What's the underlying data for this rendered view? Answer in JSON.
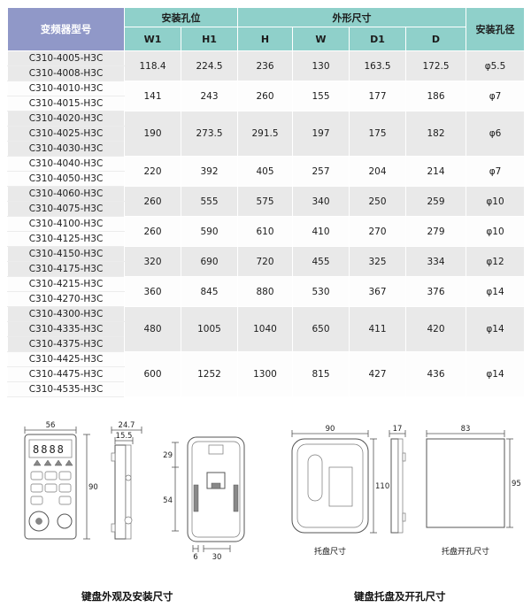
{
  "table": {
    "header": {
      "model": "变频器型号",
      "mount_holes": "安装孔位",
      "outline": "外形尺寸",
      "hole_dia": "安装孔径",
      "cols": [
        "W1",
        "H1",
        "H",
        "W",
        "D1",
        "D"
      ]
    },
    "groups": [
      {
        "models": [
          "C310-4005-H3C",
          "C310-4008-H3C"
        ],
        "values": [
          "118.4",
          "224.5",
          "236",
          "130",
          "163.5",
          "172.5",
          "φ5.5"
        ]
      },
      {
        "models": [
          "C310-4010-H3C",
          "C310-4015-H3C"
        ],
        "values": [
          "141",
          "243",
          "260",
          "155",
          "177",
          "186",
          "φ7"
        ]
      },
      {
        "models": [
          "C310-4020-H3C",
          "C310-4025-H3C",
          "C310-4030-H3C"
        ],
        "values": [
          "190",
          "273.5",
          "291.5",
          "197",
          "175",
          "182",
          "φ6"
        ]
      },
      {
        "models": [
          "C310-4040-H3C",
          "C310-4050-H3C"
        ],
        "values": [
          "220",
          "392",
          "405",
          "257",
          "204",
          "214",
          "φ7"
        ]
      },
      {
        "models": [
          "C310-4060-H3C",
          "C310-4075-H3C"
        ],
        "values": [
          "260",
          "555",
          "575",
          "340",
          "250",
          "259",
          "φ10"
        ]
      },
      {
        "models": [
          "C310-4100-H3C",
          "C310-4125-H3C"
        ],
        "values": [
          "260",
          "590",
          "610",
          "410",
          "270",
          "279",
          "φ10"
        ]
      },
      {
        "models": [
          "C310-4150-H3C",
          "C310-4175-H3C"
        ],
        "values": [
          "320",
          "690",
          "720",
          "455",
          "325",
          "334",
          "φ12"
        ]
      },
      {
        "models": [
          "C310-4215-H3C",
          "C310-4270-H3C"
        ],
        "values": [
          "360",
          "845",
          "880",
          "530",
          "367",
          "376",
          "φ14"
        ]
      },
      {
        "models": [
          "C310-4300-H3C",
          "C310-4335-H3C",
          "C310-4375-H3C"
        ],
        "values": [
          "480",
          "1005",
          "1040",
          "650",
          "411",
          "420",
          "φ14"
        ]
      },
      {
        "models": [
          "C310-4425-H3C",
          "C310-4475-H3C",
          "C310-4535-H3C"
        ],
        "values": [
          "600",
          "1252",
          "1300",
          "815",
          "427",
          "436",
          "φ14"
        ]
      }
    ]
  },
  "drawings": {
    "keypad_front": {
      "width_dim": "56",
      "height_dim": "90",
      "display": "8888"
    },
    "keypad_side": {
      "depth_dim": "24.7",
      "panel_dim": "15.5"
    },
    "keypad_rear": {
      "dim_a": "29",
      "dim_b": "54",
      "dim_c": "6",
      "dim_d": "30"
    },
    "tray_front": {
      "width_dim": "90",
      "height_dim": "110",
      "label": "托盘尺寸"
    },
    "tray_side": {
      "depth_dim": "17"
    },
    "cutout": {
      "width_dim": "83",
      "height_dim": "95",
      "label": "托盘开孔尺寸"
    }
  },
  "captions": {
    "left": "键盘外观及安装尺寸",
    "right": "键盘托盘及开孔尺寸"
  },
  "colors": {
    "header_teal": "#8fd0ca",
    "header_purple": "#9098c8",
    "row_shade": "#e9e9e9",
    "row_plain": "#fdfdfd"
  }
}
